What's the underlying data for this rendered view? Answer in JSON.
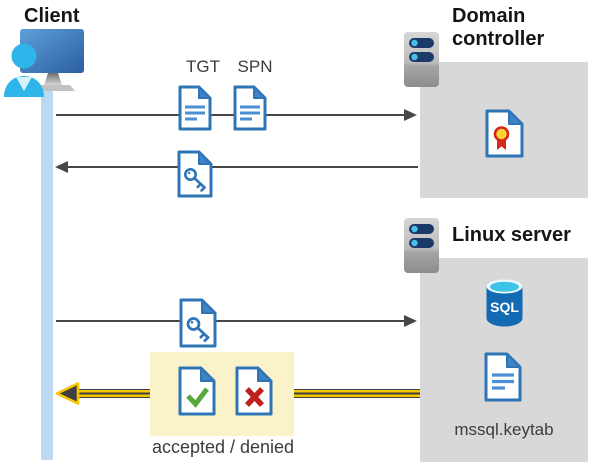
{
  "diagram": {
    "client": {
      "label": "Client"
    },
    "domain_controller": {
      "label": "Domain controller"
    },
    "linux_server": {
      "label": "Linux server",
      "sql_badge": "SQL",
      "keytab_caption": "mssql.keytab"
    },
    "flows": [
      {
        "from": "client",
        "to": "domain_controller",
        "direction": "right",
        "items": [
          {
            "label": "TGT",
            "icon": "document-icon"
          },
          {
            "label": "SPN",
            "icon": "document-icon"
          }
        ]
      },
      {
        "from": "domain_controller",
        "to": "client",
        "direction": "left",
        "items": [
          {
            "icon": "key-document-icon"
          }
        ]
      },
      {
        "from": "client",
        "to": "linux_server",
        "direction": "right",
        "items": [
          {
            "icon": "key-document-icon"
          }
        ]
      },
      {
        "from": "linux_server",
        "to": "client",
        "direction": "left",
        "highlighted": true,
        "caption": "accepted / denied",
        "items": [
          {
            "icon": "accepted-document-icon"
          },
          {
            "icon": "denied-document-icon"
          }
        ]
      }
    ]
  },
  "colors": {
    "doc_blue": "#2e75b6",
    "doc_fold_blue": "#3e83c5",
    "doc_line_blue": "#4a90d2",
    "timeline_blue": "#bdd8f2",
    "box_gray": "#d8d8d8",
    "arrow_gray": "#474747",
    "highlight_yellow": "#faf3c9",
    "arrow_yellow": "#f5c500",
    "accept_green": "#58a83c",
    "deny_red": "#be211b",
    "sql_body_blue": "#1269b4",
    "sql_top_cyan": "#3ec3e8",
    "cert_red": "#d2281e",
    "cert_gold": "#ffd42e"
  }
}
